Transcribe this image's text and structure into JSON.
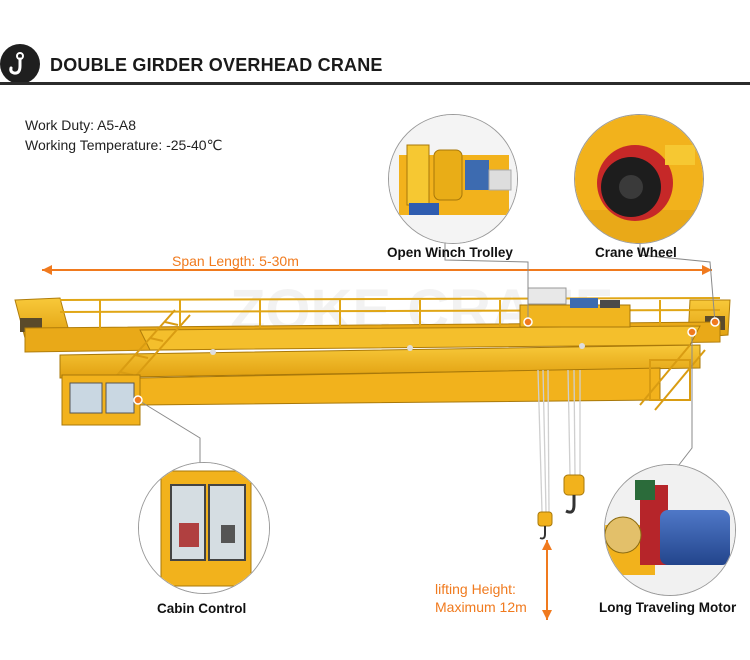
{
  "header": {
    "title": "DOUBLE GIRDER OVERHEAD CRANE",
    "icon": "crane-hook-icon"
  },
  "specs": {
    "work_duty": "Work Duty: A5-A8",
    "working_temperature": "Working Temperature: -25-40℃"
  },
  "dimensions": {
    "span_length": "Span Length: 5-30m",
    "lifting_height_line1": "lifting Height:",
    "lifting_height_line2": "Maximum 12m"
  },
  "callouts": {
    "trolley": "Open Winch Trolley",
    "wheel": "Crane Wheel",
    "cabin": "Cabin Control",
    "motor": "Long Traveling Motor"
  },
  "watermark": "ZOKE CRANE",
  "colors": {
    "accent": "#f07a1e",
    "crane_yellow": "#f2b21c",
    "header_dark": "#1f1f1f"
  }
}
